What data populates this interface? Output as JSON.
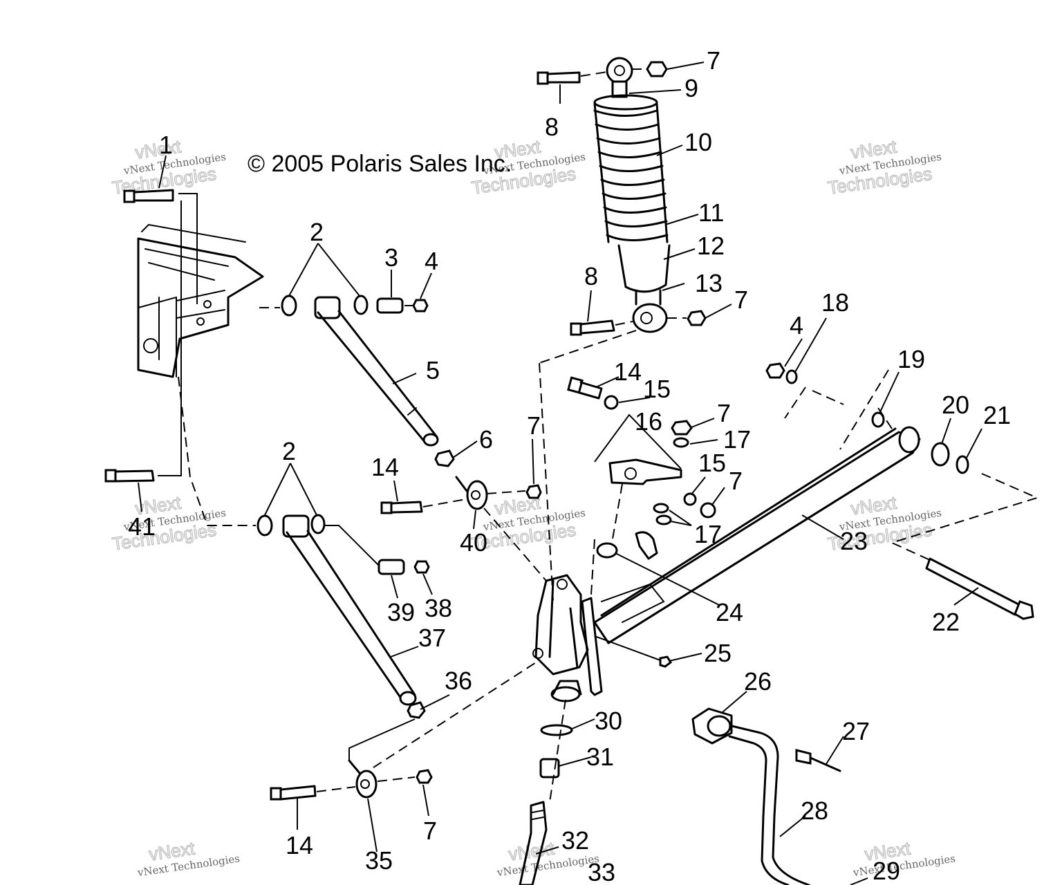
{
  "copyright": "© 2005 Polaris Sales Inc.",
  "watermark": {
    "line1": "vNext",
    "line2": "vNext Technologies",
    "line3": "Technologies"
  },
  "callouts": {
    "c1": "1",
    "c2a": "2",
    "c2b": "2",
    "c3": "3",
    "c4a": "4",
    "c4b": "4",
    "c5": "5",
    "c6": "6",
    "c7a": "7",
    "c7b": "7",
    "c7c": "7",
    "c7d": "7",
    "c7e": "7",
    "c7f": "7",
    "c8a": "8",
    "c8b": "8",
    "c9": "9",
    "c10": "10",
    "c11": "11",
    "c12": "12",
    "c13": "13",
    "c14a": "14",
    "c14b": "14",
    "c14c": "14",
    "c15a": "15",
    "c15b": "15",
    "c16": "16",
    "c17a": "17",
    "c17b": "17",
    "c18": "18",
    "c19": "19",
    "c20": "20",
    "c21": "21",
    "c22": "22",
    "c23": "23",
    "c24": "24",
    "c25": "25",
    "c26": "26",
    "c27": "27",
    "c28": "28",
    "c29": "29",
    "c30": "30",
    "c31": "31",
    "c32": "32",
    "c33": "33",
    "c35": "35",
    "c36": "36",
    "c37": "37",
    "c38": "38",
    "c39": "39",
    "c40": "40",
    "c41": "41"
  }
}
